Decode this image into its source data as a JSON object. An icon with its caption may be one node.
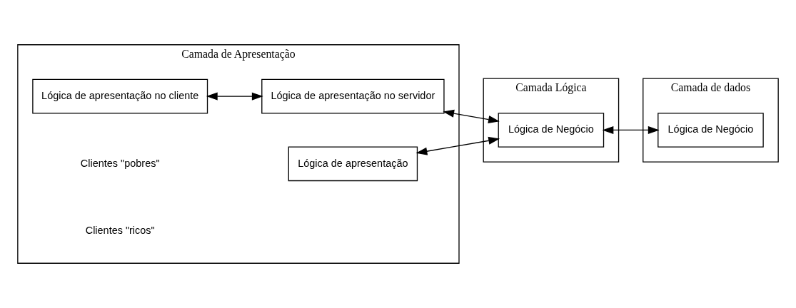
{
  "diagram": {
    "nodes": [
      {
        "text": [
          "Camada de Apresentação"
        ]
      },
      {
        "text": [
          "Lógica de apresentação no cliente"
        ],
        "in": 0
      },
      {
        "text": [
          "Lógica de apresentação no servidor"
        ],
        "in": 0
      },
      {
        "text": [
          "Lógica de apresentação"
        ],
        "in": 0
      },
      {
        "text": [
          "Camada Lógica"
        ]
      },
      {
        "text": [
          "Lógica de Negócio"
        ],
        "in": 4
      },
      {
        "text": [
          "Camada de dados"
        ]
      },
      {
        "text": [
          "Lógica de Negócio"
        ],
        "in": 6
      }
    ],
    "edges": [
      {
        "from": 1,
        "to": 2,
        "arrow": "both"
      },
      {
        "from": 2,
        "to": 5,
        "arrow": "both"
      },
      {
        "from": 3,
        "to": 5,
        "arrow": "both"
      },
      {
        "from": 5,
        "to": 7,
        "arrow": "both"
      }
    ],
    "labels": [
      "Clientes \"pobres\"",
      "Clientes \"ricos\""
    ]
  }
}
